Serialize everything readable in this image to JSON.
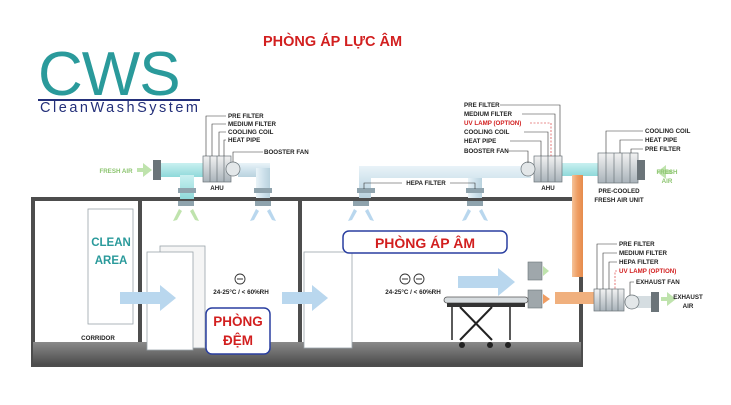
{
  "logo": {
    "letters": "CWS",
    "tagline": "CleanWashSystem"
  },
  "title": "PHÒNG ÁP LỰC ÂM",
  "rooms": {
    "clean_area": [
      "CLEAN",
      "AREA"
    ],
    "corridor": "CORRIDOR",
    "buffer_room": [
      "PHÒNG",
      "ĐỆM"
    ],
    "negative_room": "PHÒNG ÁP ÂM"
  },
  "conditions": {
    "buffer": "24-25°C / < 60%RH",
    "negative": "24-25°C / < 60%RH"
  },
  "left_ahu": {
    "unit": "AHU",
    "fresh_air": "FRESH AIR",
    "components": [
      "PRE FILTER",
      "MEDIUM FILTER",
      "COOLING COIL",
      "HEAT PIPE"
    ],
    "booster_fan": "BOOSTER FAN"
  },
  "right_ahu": {
    "unit": "AHU",
    "components": [
      "PRE FILTER",
      "MEDIUM FILTER",
      "UV LAMP (OPTION)",
      "COOLING COIL",
      "HEAT PIPE"
    ],
    "booster_fan": "BOOSTER FAN"
  },
  "hepa_filter": "HEPA FILTER",
  "fresh_air_unit": {
    "name": [
      "PRE-COOLED",
      "FRESH AIR UNIT"
    ],
    "components": [
      "COOLING COIL",
      "HEAT PIPE",
      "PRE FILTER"
    ],
    "fresh_air": [
      "FRESH",
      "AIR"
    ]
  },
  "exhaust_unit": {
    "components": [
      "PRE FILTER",
      "MEDIUM FILTER",
      "HEPA FILTER",
      "UV LAMP (OPTION)",
      "EXHAUST FAN"
    ],
    "exhaust_air": [
      "EXHAUST",
      "AIR"
    ]
  },
  "colors": {
    "logo_teal": "#2a9a9b",
    "logo_navy": "#24307a",
    "title_red": "#d21f1f",
    "duct_blue": "#cfe6f1",
    "duct_orange": "#f0a875",
    "arrow_green": "#bfe3ad",
    "arrow_blue": "#b9d7ee"
  }
}
